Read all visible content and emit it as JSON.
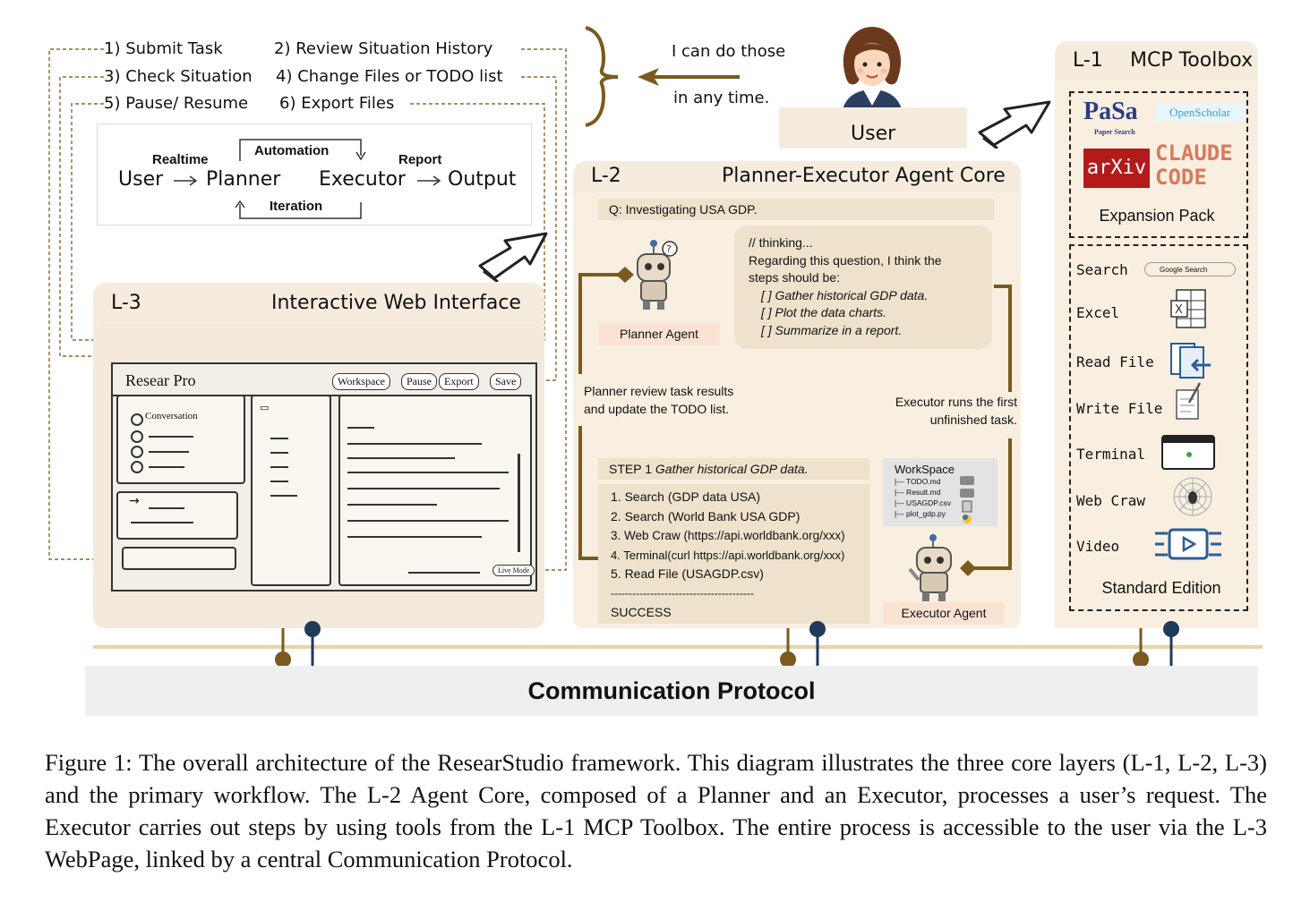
{
  "actions": [
    "1) Submit Task",
    "2) Review Situation History",
    "3) Check Situation",
    "4) Change Files or TODO list",
    "5) Pause/ Resume",
    "6) Export Files"
  ],
  "flow": {
    "user": "User",
    "planner": "Planner",
    "executor": "Executor",
    "output": "Output",
    "realtime": "Realtime",
    "automation": "Automation",
    "report": "Report",
    "iteration": "Iteration"
  },
  "user_note": {
    "line1": "I can do those",
    "line2": "in any time."
  },
  "user_label": "User",
  "l3": {
    "id": "L-3",
    "title": "Interactive Web Interface",
    "mock": {
      "app_title": "Resear Pro",
      "buttons": [
        "Workspace",
        "Pause",
        "Export",
        "Save"
      ],
      "conversation": "Conversation",
      "live_mode": "Live Mode"
    }
  },
  "l2": {
    "id": "L-2",
    "title": "Planner-Executor Agent Core",
    "question": "Q: Investigating USA GDP.",
    "thinking": {
      "line1": "// thinking...",
      "line2": "Regarding this question, I think the",
      "line3": "steps should be:",
      "todo1": "[ ] Gather historical GDP data.",
      "todo2": "[ ] Plot the data charts.",
      "todo3": "[ ] Summarize in a report."
    },
    "planner_label": "Planner Agent",
    "executor_label": "Executor Agent",
    "planner_note1": "Planner review task results",
    "planner_note2": "and update the TODO list.",
    "executor_note1": "Executor runs the first",
    "executor_note2": "unfinished task.",
    "step_prefix": "STEP 1",
    "step_task": "Gather historical GDP data.",
    "steps": [
      "1. Search (GDP data USA)",
      "2. Search (World Bank USA GDP)",
      "3. Web Craw (https://api.worldbank.org/xxx)",
      "4. Terminal(curl https://api.worldbank.org/xxx)",
      "5. Read File (USAGDP.csv)"
    ],
    "separator": "----------------------------------------",
    "result": "SUCCESS",
    "workspace": {
      "title": "WorkSpace",
      "files": [
        "|--- TODO.md",
        "|--- Result.md",
        "|--- USAGDP.csv",
        "|--- plot_gdp.py"
      ]
    }
  },
  "l1": {
    "id": "L-1",
    "title": "MCP Toolbox",
    "expansion": {
      "paper_search": "PaSa",
      "paper_search_sub": "Paper Search",
      "open_scholar": "OpenScholar",
      "arxiv": "arXiv",
      "claude_code": "CLAUDE CODE",
      "label": "Expansion Pack"
    },
    "tools": [
      "Search",
      "Excel",
      "Read File",
      "Write File",
      "Terminal",
      "Web Craw",
      "Video"
    ],
    "google_search": "Google Search",
    "standard_label": "Standard Edition"
  },
  "protocol": "Communication Protocol",
  "caption": "Figure 1: The overall architecture of the ResearStudio framework. This diagram illustrates the three core layers (L-1, L-2, L-3) and the primary workflow. The L-2 Agent Core, composed of a Planner and an Executor, processes a user’s request. The Executor carries out steps by using tools from the L-1 MCP Toolbox. The entire process is accessible to the user via the L-3 WebPage, linked by a central Communication Protocol.",
  "colors": {
    "panel": "#f6ecdd",
    "accent_brown": "#7a5a1e",
    "connector_navy": "#1f3a5a",
    "bus": "#e7d3a8"
  }
}
